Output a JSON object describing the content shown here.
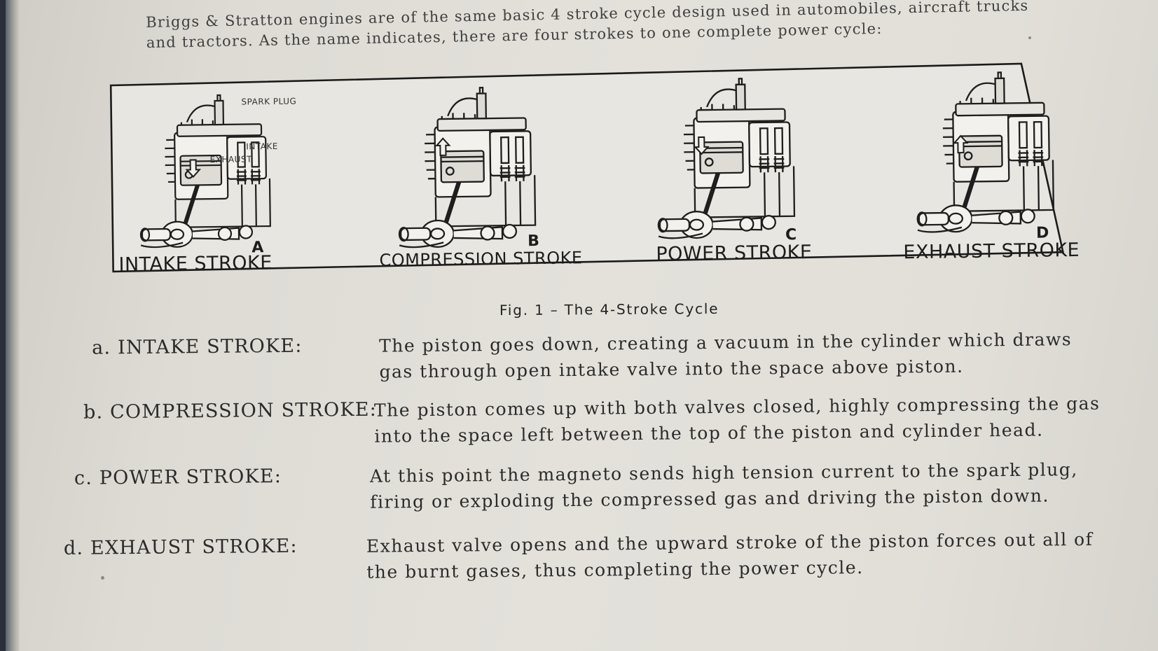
{
  "intro": "Briggs & Stratton engines are of the same basic 4 stroke cycle design used in automobiles, aircraft trucks and tractors.  As the name indicates, there are four strokes to one complete power cycle:",
  "figure": {
    "caption": "Fig. 1 – The 4-Stroke Cycle",
    "callouts": {
      "spark_plug": "SPARK PLUG",
      "intake": "INTAKE",
      "exhaust": "EXHAUST"
    },
    "panels": [
      {
        "letter": "A",
        "label": "INTAKE STROKE"
      },
      {
        "letter": "B",
        "label": "COMPRESSION STROKE"
      },
      {
        "letter": "C",
        "label": "POWER STROKE"
      },
      {
        "letter": "D",
        "label": "EXHAUST STROKE"
      }
    ]
  },
  "definitions": [
    {
      "term": "a. INTAKE STROKE:",
      "text": "The piston goes down, creating a vacuum in the cylinder which draws gas through open intake valve into the space above piston."
    },
    {
      "term": "b. COMPRESSION STROKE:",
      "text": "The piston comes up with both valves closed, highly compressing the gas into the space left between the top of the piston and cylinder head."
    },
    {
      "term": "c. POWER STROKE:",
      "text": "At this point the magneto sends high tension current to the spark plug, firing or exploding the compressed gas and driving the piston down."
    },
    {
      "term": "d. EXHAUST STROKE:",
      "text": "Exhaust valve opens and the upward stroke of the piston forces out all of the burnt gases, thus completing the power cycle."
    }
  ],
  "colors": {
    "paper": "#e1dfd8",
    "ink": "#2b2b2b",
    "binding": "#2a2f3a"
  },
  "icons": [
    "engine-cutaway-icon",
    "arrow-down-icon",
    "arrow-up-icon"
  ]
}
